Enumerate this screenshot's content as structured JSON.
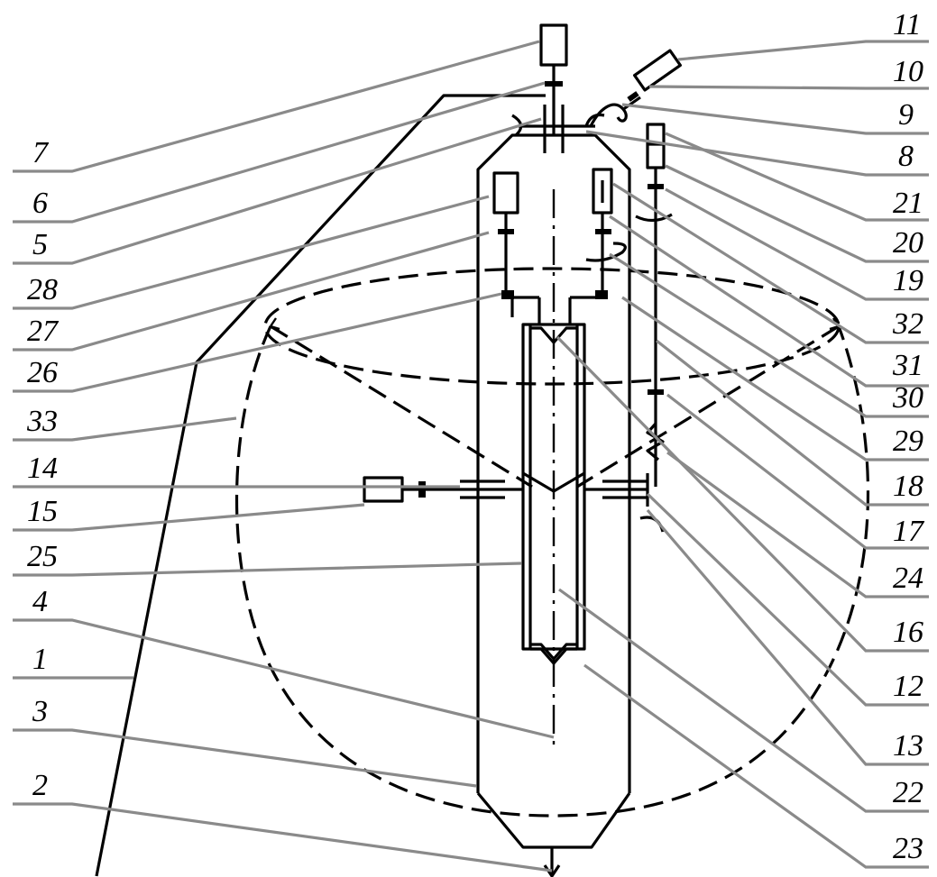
{
  "diagram": {
    "left_labels": [
      "7",
      "6",
      "5",
      "28",
      "27",
      "26",
      "33",
      "14",
      "15",
      "25",
      "4",
      "1",
      "3",
      "2"
    ],
    "right_labels": [
      "11",
      "10",
      "9",
      "8",
      "21",
      "20",
      "19",
      "32",
      "31",
      "30",
      "29",
      "18",
      "17",
      "24",
      "16",
      "12",
      "13",
      "22",
      "23"
    ]
  }
}
